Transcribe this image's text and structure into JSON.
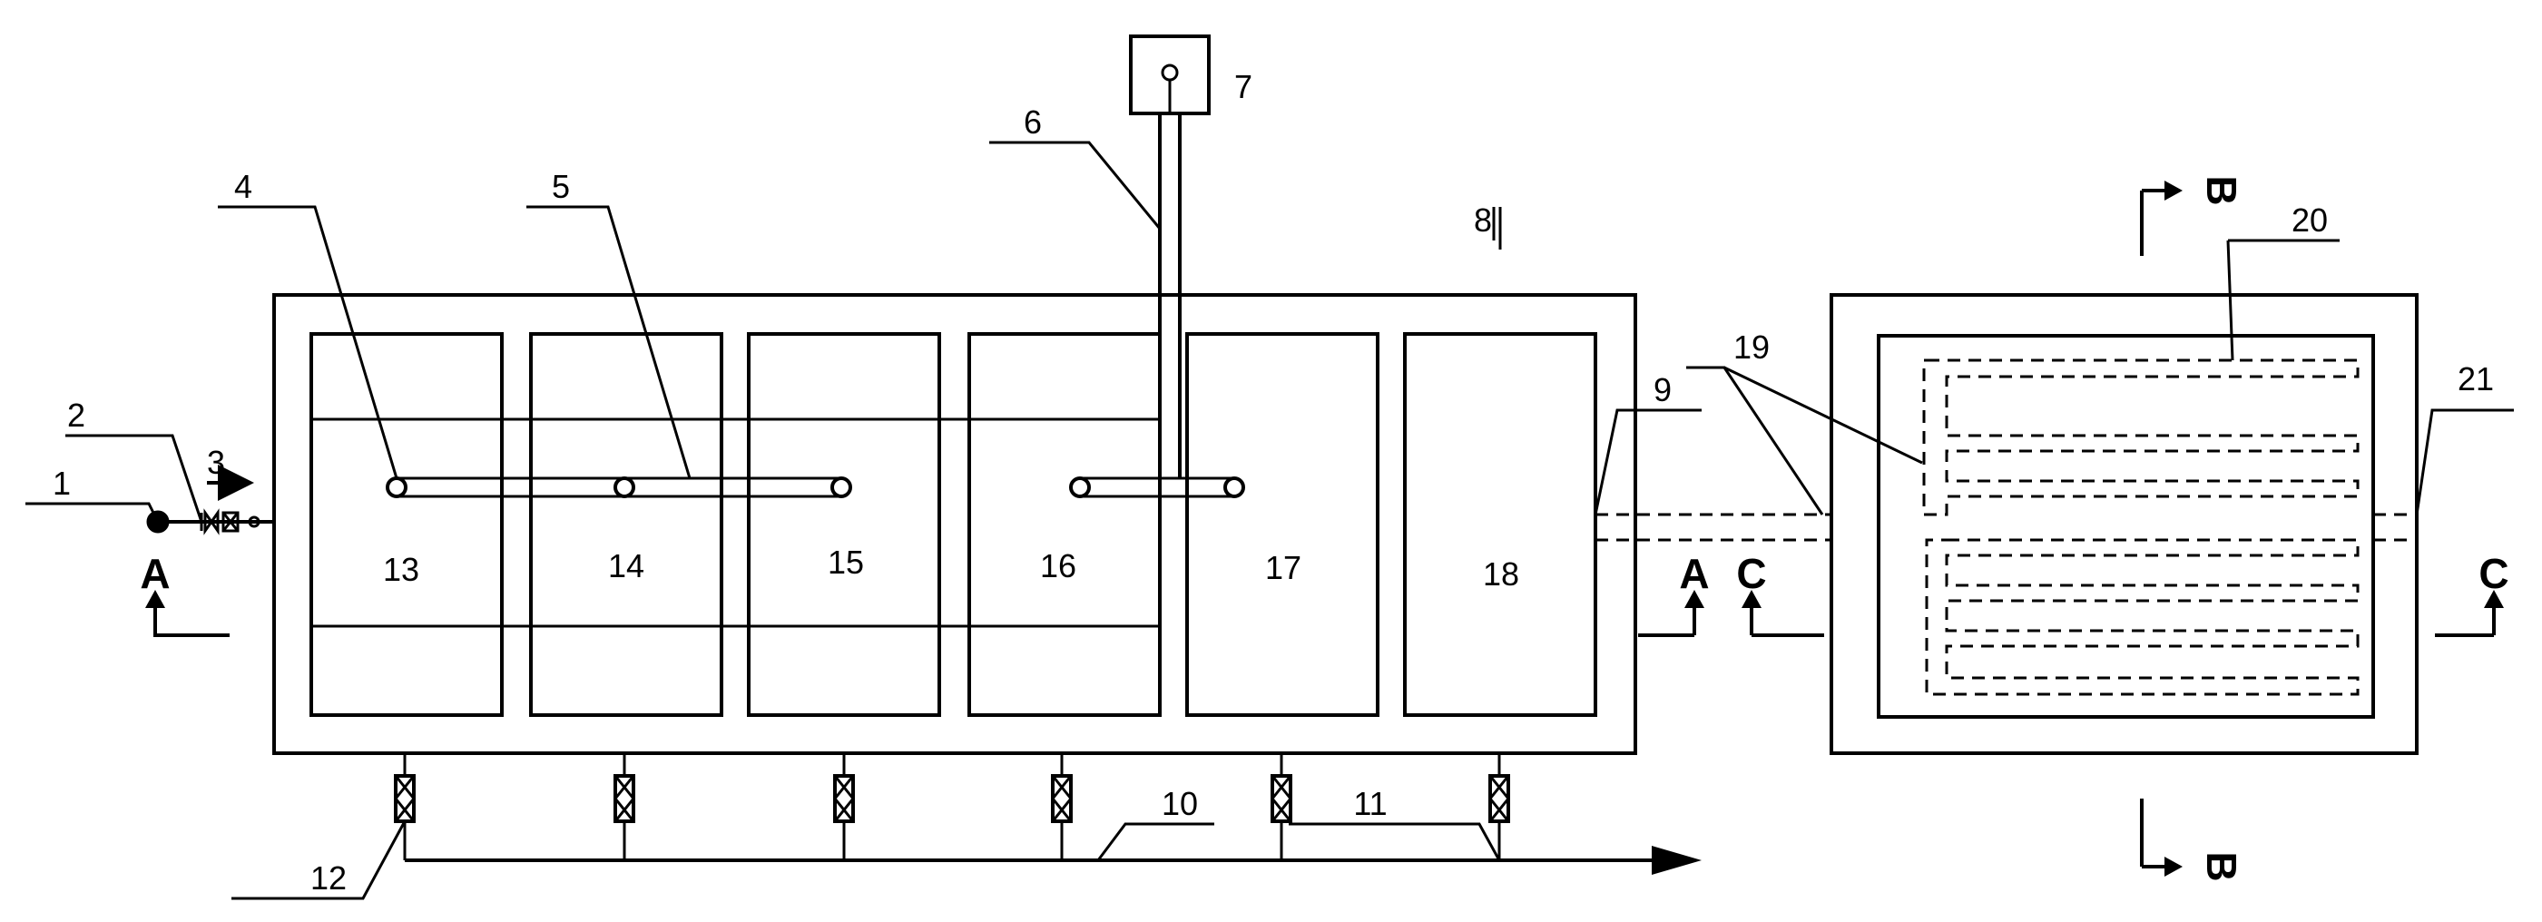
{
  "diagram": {
    "component_labels": {
      "n1": "1",
      "n2": "2",
      "n3": "3",
      "n4": "4",
      "n5": "5",
      "n6": "6",
      "n7": "7",
      "n8": "8",
      "n9": "9",
      "n10": "10",
      "n11": "11",
      "n12": "12",
      "n19": "19",
      "n20": "20",
      "n21": "21"
    },
    "chambers": [
      "13",
      "14",
      "15",
      "16",
      "17",
      "18"
    ],
    "section_marks": {
      "a": "A",
      "b": "B",
      "c": "C"
    }
  }
}
